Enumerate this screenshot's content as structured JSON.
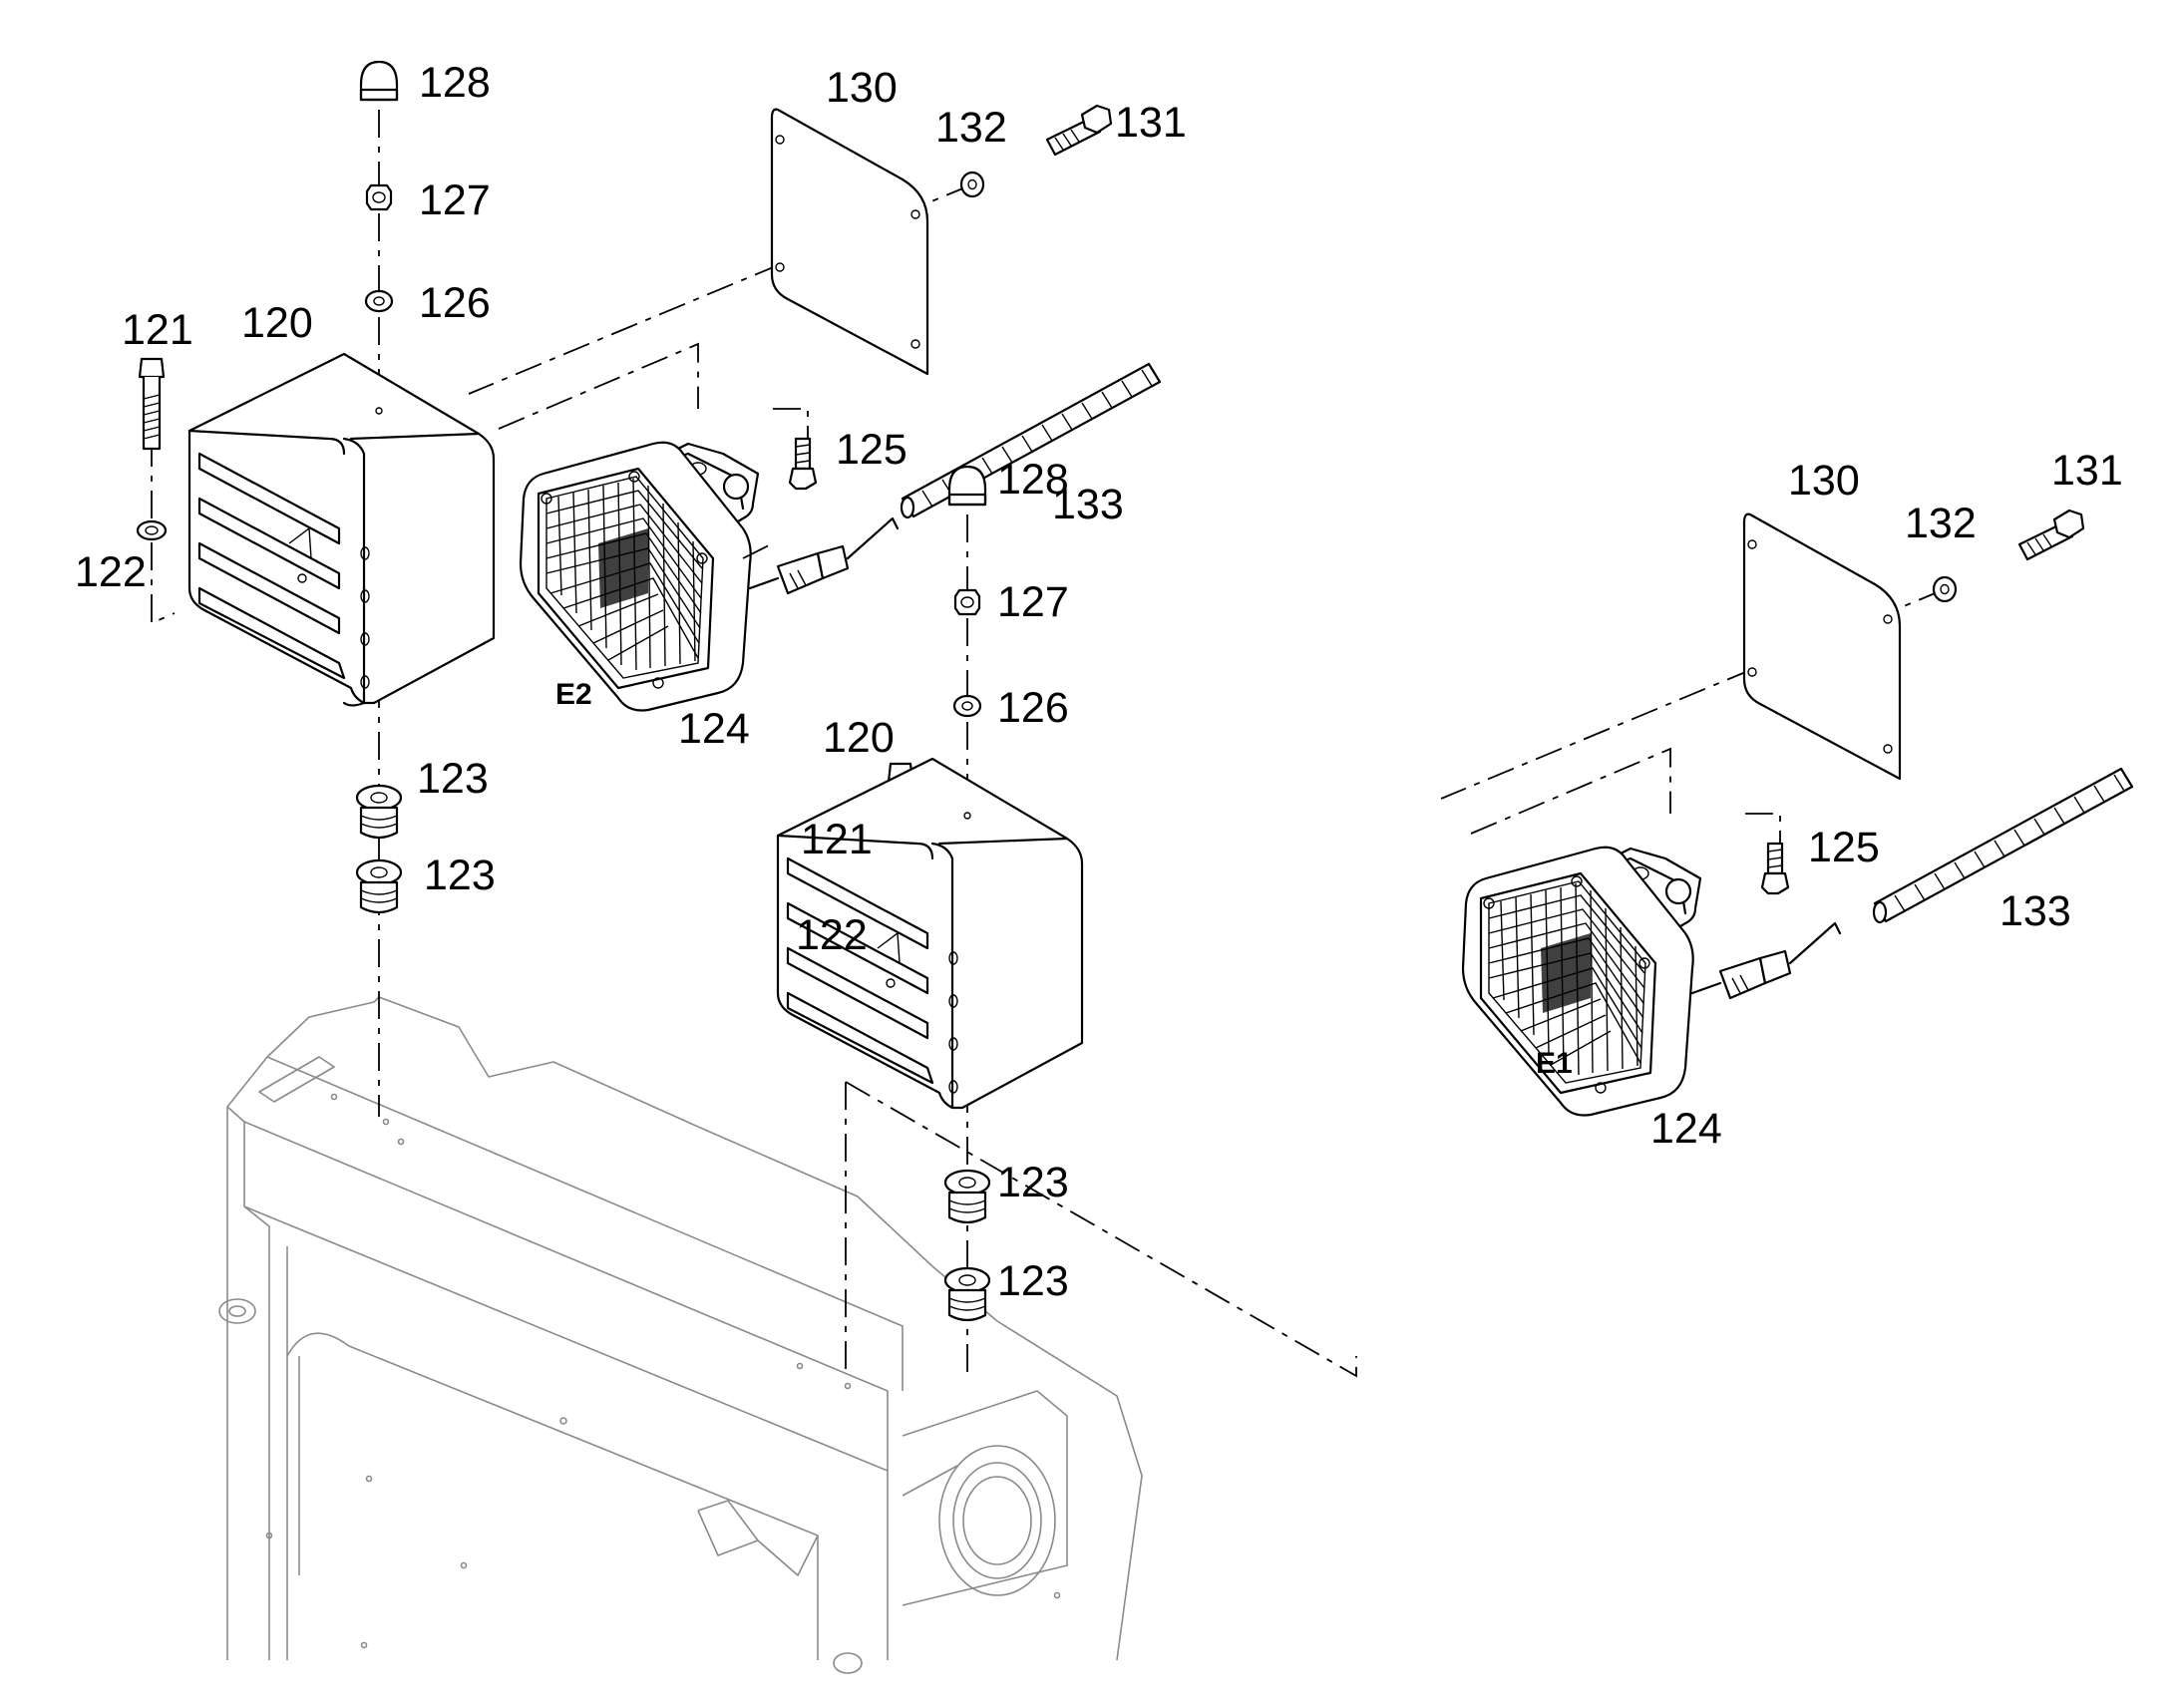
{
  "figure": {
    "type": "exploded parts diagram",
    "subject": "work light assembly",
    "colors": {
      "lines": "#000000",
      "frame_lines": "#8a8a8a",
      "background": "#ffffff"
    }
  },
  "assemblies": [
    {
      "id": "E2",
      "label": "E2",
      "callouts": {
        "cover_plate": "130",
        "washer_plate": "132",
        "bolt_plate": "131",
        "housing": "120",
        "bolt": "121",
        "washer": "122",
        "cap_nut": "128",
        "nut": "127",
        "washer_top": "126",
        "screw": "125",
        "conduit": "133",
        "lamp": "124",
        "grommet_upper": "123",
        "grommet_lower": "123"
      }
    },
    {
      "id": "E1",
      "label": "E1",
      "callouts": {
        "cover_plate": "130",
        "washer_plate": "132",
        "bolt_plate": "131",
        "housing": "120",
        "bolt": "121",
        "washer": "122",
        "cap_nut": "128",
        "nut": "127",
        "washer_top": "126",
        "screw": "125",
        "conduit": "133",
        "lamp": "124",
        "grommet_upper": "123",
        "grommet_lower": "123"
      }
    }
  ]
}
